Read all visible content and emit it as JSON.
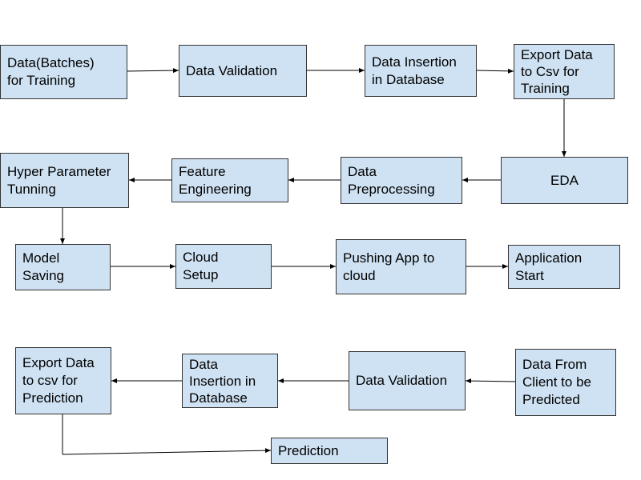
{
  "nodes": {
    "data_batches": "Data(Batches)\nfor Training",
    "data_validation_train": "Data Validation",
    "data_insertion_train": "Data Insertion\nin Database",
    "export_training": "Export Data\nto Csv for\nTraining",
    "eda": "EDA",
    "data_preprocessing": "Data\nPreprocessing",
    "feature_engineering": "Feature\nEngineering",
    "hyper_parameter": "Hyper Parameter\nTunning",
    "model_saving": "Model\nSaving",
    "cloud_setup": "Cloud\nSetup",
    "pushing_app": "Pushing App to\ncloud",
    "application_start": "Application\nStart",
    "data_from_client": "Data From\nClient to be\nPredicted",
    "data_validation_pred": "Data Validation",
    "data_insertion_pred": "Data\nInsertion in\nDatabase",
    "export_prediction": "Export Data\nto csv for\nPrediction",
    "prediction": "Prediction"
  },
  "colors": {
    "node_fill": "#cfe2f3",
    "node_border": "#333333",
    "edge": "#000000"
  }
}
